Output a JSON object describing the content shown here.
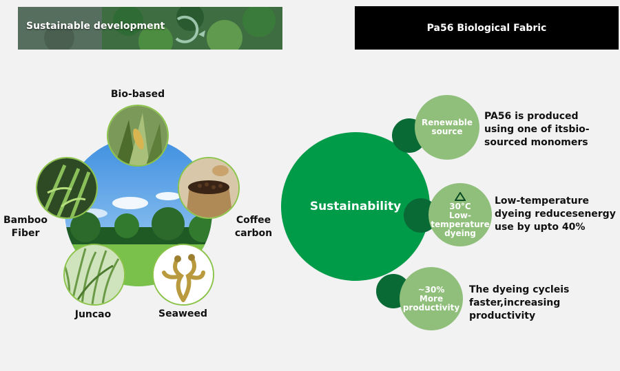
{
  "header": {
    "left_title": "Sustainable development",
    "right_title": "Pa56 Biological Fabric"
  },
  "ring": {
    "top": "Bio-based",
    "right": "Coffee carbon",
    "bottom_right": "Seaweed",
    "bottom_left": "Juncao",
    "left": "Bamboo Fiber"
  },
  "sustainability": {
    "center_label": "Sustainability",
    "items": [
      {
        "circle_text": [
          "Renewable",
          "source"
        ],
        "description": "PA56 is produced using one of itsbio-sourced monomers"
      },
      {
        "icon": "triangle-icon",
        "circle_text": [
          "30°C",
          "Low-",
          "temperature",
          "dyeing"
        ],
        "description": "Low-temperature dyeing reducesenergy use by upto 40%"
      },
      {
        "circle_text": [
          "~30%",
          "More",
          "productivity"
        ],
        "description": "The dyeing cycleis faster,increasing productivity"
      }
    ]
  },
  "colors": {
    "primary_green": "#009b48",
    "dark_green": "#0a6a35",
    "light_green": "#8fbf7a",
    "ring_border": "#8cc34a"
  }
}
